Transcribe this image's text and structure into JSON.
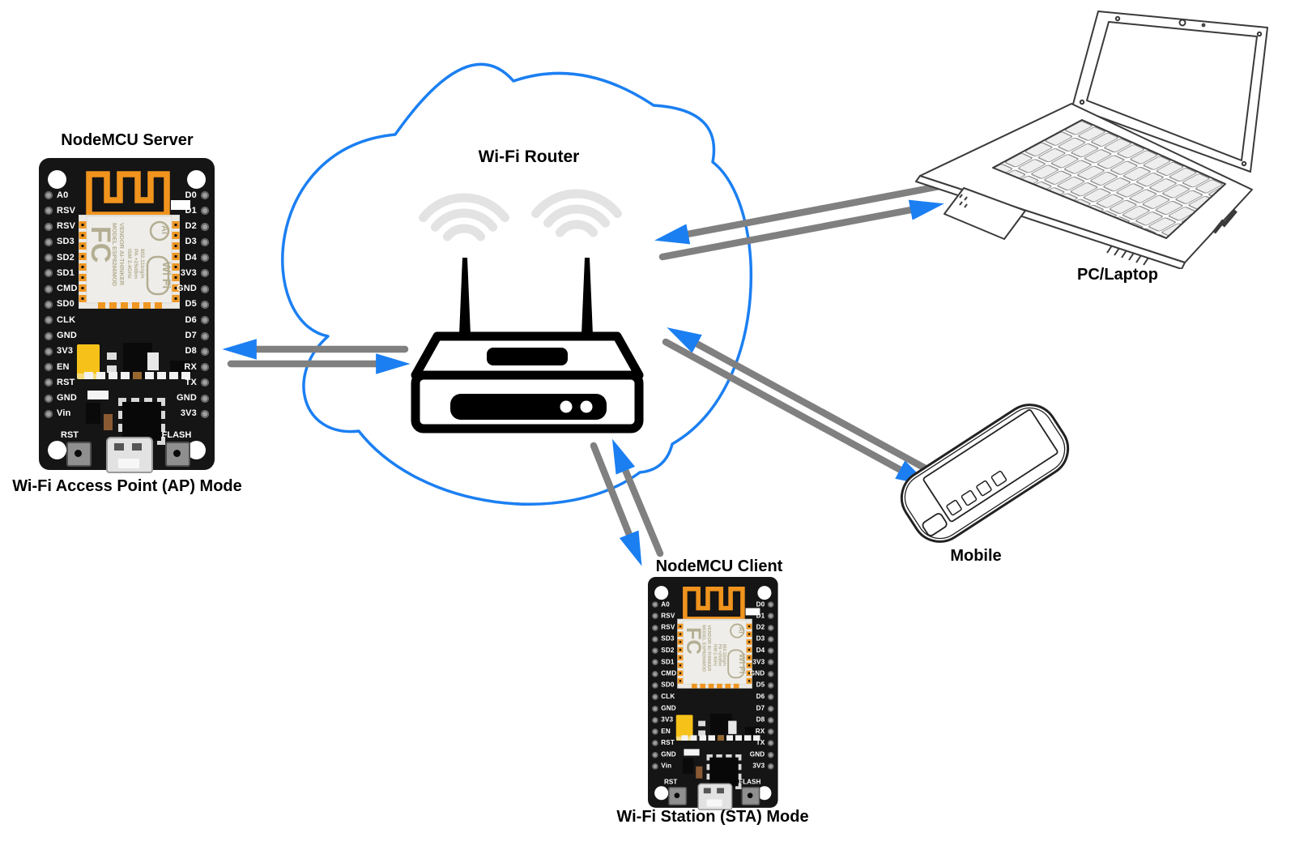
{
  "labels": {
    "cloud": "Wi-Fi Router",
    "laptop": "PC/Laptop",
    "mobile": "Mobile",
    "server": {
      "title": "NodeMCU Server",
      "caption": "Wi-Fi Access Point (AP) Mode"
    },
    "client": {
      "title": "NodeMCU Client",
      "caption": "Wi-Fi Station (STA) Mode"
    }
  },
  "board": {
    "left_pins": [
      "A0",
      "RSV",
      "RSV",
      "SD3",
      "SD2",
      "SD1",
      "CMD",
      "SD0",
      "CLK",
      "GND",
      "3V3",
      "EN",
      "RST",
      "GND",
      "Vin"
    ],
    "right_pins": [
      "D0",
      "D1",
      "D2",
      "D3",
      "D4",
      "3V3",
      "GND",
      "D5",
      "D6",
      "D7",
      "D8",
      "RX",
      "TX",
      "GND",
      "3V3"
    ],
    "buttons": {
      "reset": "RST",
      "flash": "FLASH"
    },
    "module": {
      "fcc": "FC",
      "col1": "MODEL ESP8266MOD",
      "col2": "VENDOR AI-THINKER",
      "col3": "ISM 2.4GHz",
      "col4": "PA +25dBm",
      "col5": "802.11b/g/n",
      "ai": "Ai",
      "wifi": "Wi Fi"
    }
  },
  "colors": {
    "cloud_stroke": "#1b7ff2",
    "arrow_shaft": "#808080",
    "arrow_head": "#1b7ff2",
    "wifi_wave": "#e3e3e3",
    "antenna_trace": "#f0941e",
    "board_background": "#151515",
    "capacitor_yellow": "#f6c21a"
  }
}
